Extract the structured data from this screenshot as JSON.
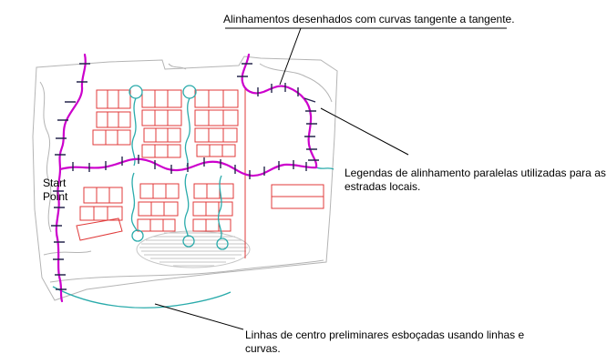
{
  "annotations": {
    "alignment_note": "Alinhamentos desenhados com curvas tangente a tangente.",
    "labels_note": "Legendas de alinhamento paralelas utilizadas para as estradas locais.",
    "centerline_note": "Linhas de centro preliminares esboçadas usando linhas e curvas.",
    "start_point": "Start Point"
  },
  "colors": {
    "alignment": "#cc00cc",
    "lots": "#e03a3a",
    "centerline": "#2aabab",
    "contours": "#b4b4b4",
    "hatch": "#c6c6c6",
    "ticks": "#26264d",
    "leader": "#000000"
  }
}
